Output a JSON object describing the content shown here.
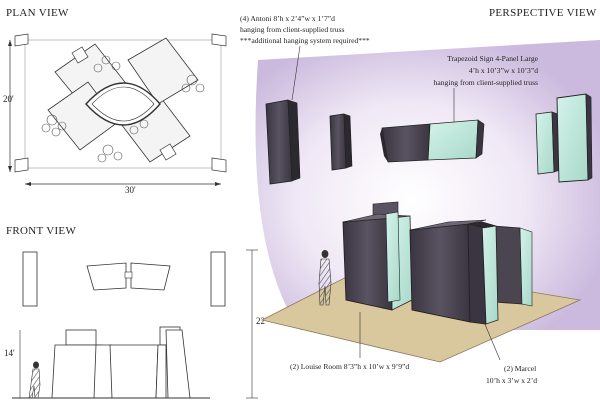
{
  "views": {
    "plan": "PLAN VIEW",
    "perspective": "PERSPECTIVE VIEW",
    "front": "FRONT VIEW"
  },
  "dimensions": {
    "plan_depth": "20'",
    "plan_width": "30'",
    "front_height": "14'",
    "overall_height": "22'"
  },
  "callouts": {
    "antoni": [
      "(4) Antoni 8’h x 2’4”w x 1’7”d",
      "hanging from client-supplied truss",
      "***additional hanging system required***"
    ],
    "trapezoid": [
      "Trapezoid Sign 4-Panel Large",
      "4’h x 10’3”w x 10’3”d",
      "hanging from client-supplied truss"
    ],
    "louise": "(2) Louise Room 8’3”h x 10’w x 9’9”d",
    "marcel": [
      "(2) Marcel",
      "10’h x 3’w x 2’d"
    ]
  },
  "colors": {
    "panel_dark": "#4a4550",
    "panel_glass": "#b9e3d6",
    "floor": "#d9c79e",
    "haze": "#d7c9e6"
  }
}
